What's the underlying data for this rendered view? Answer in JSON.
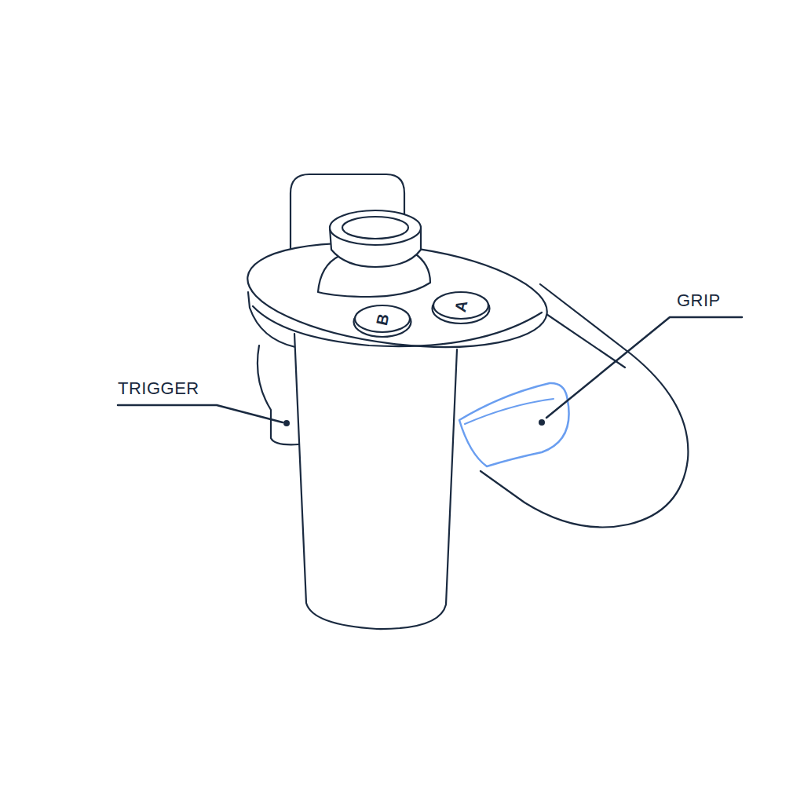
{
  "diagram": {
    "nodes": [
      {
        "text": [
          "B"
        ]
      },
      {
        "text": [
          "A"
        ]
      }
    ],
    "labels": [
      "TRIGGER",
      "GRIP"
    ]
  }
}
